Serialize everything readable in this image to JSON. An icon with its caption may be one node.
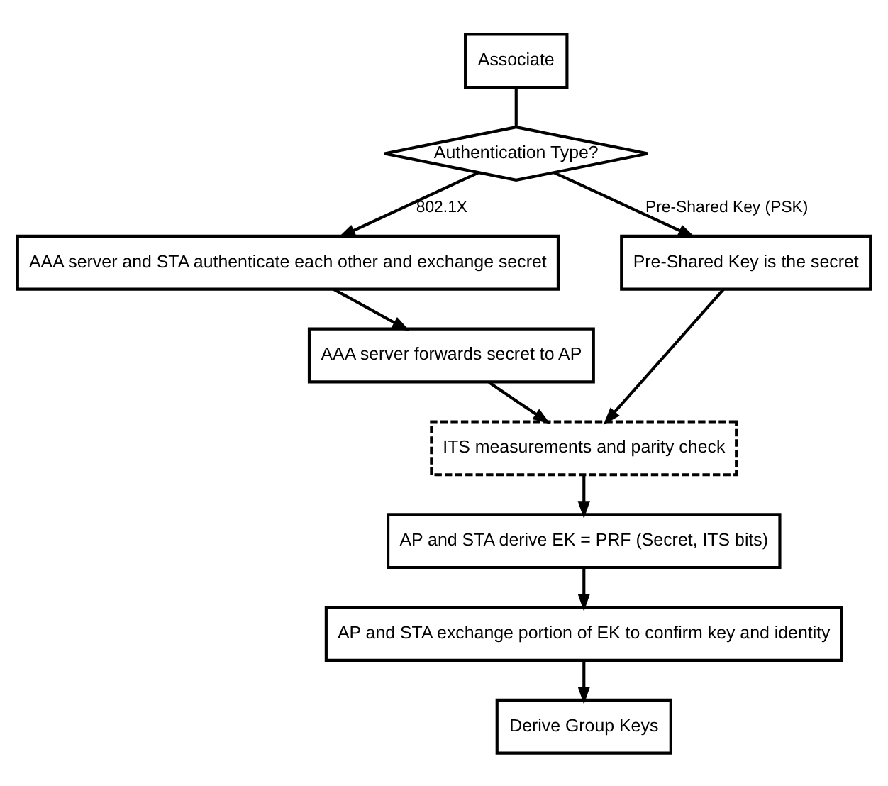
{
  "diagram": {
    "nodes": [
      {
        "text": [
          "Associate"
        ]
      },
      {
        "text": [
          "Authentication Type?"
        ]
      },
      {
        "text": [
          "AAA server and STA authenticate each other and exchange secret"
        ]
      },
      {
        "text": [
          "Pre-Shared Key is the secret"
        ]
      },
      {
        "text": [
          "AAA server forwards secret to AP"
        ]
      },
      {
        "text": [
          "ITS measurements and parity check"
        ]
      },
      {
        "text": [
          "AP and STA derive EK = PRF (Secret, ITS bits)"
        ]
      },
      {
        "text": [
          "AP and STA exchange portion of EK to confirm key and identity"
        ]
      },
      {
        "text": [
          "Derive Group Keys"
        ]
      }
    ],
    "edges": [
      {
        "from": 0,
        "to": 1,
        "arrow": "none"
      },
      {
        "from": 1,
        "to": 2,
        "arrow": "to",
        "label": "802.1X"
      },
      {
        "from": 1,
        "to": 3,
        "arrow": "to",
        "label": "Pre-Shared Key (PSK)"
      },
      {
        "from": 2,
        "to": 4,
        "arrow": "to"
      },
      {
        "from": 4,
        "to": 5,
        "arrow": "to"
      },
      {
        "from": 3,
        "to": 5,
        "arrow": "to"
      },
      {
        "from": 5,
        "to": 6,
        "arrow": "to"
      },
      {
        "from": 6,
        "to": 7,
        "arrow": "to"
      },
      {
        "from": 7,
        "to": 8,
        "arrow": "to"
      }
    ]
  }
}
